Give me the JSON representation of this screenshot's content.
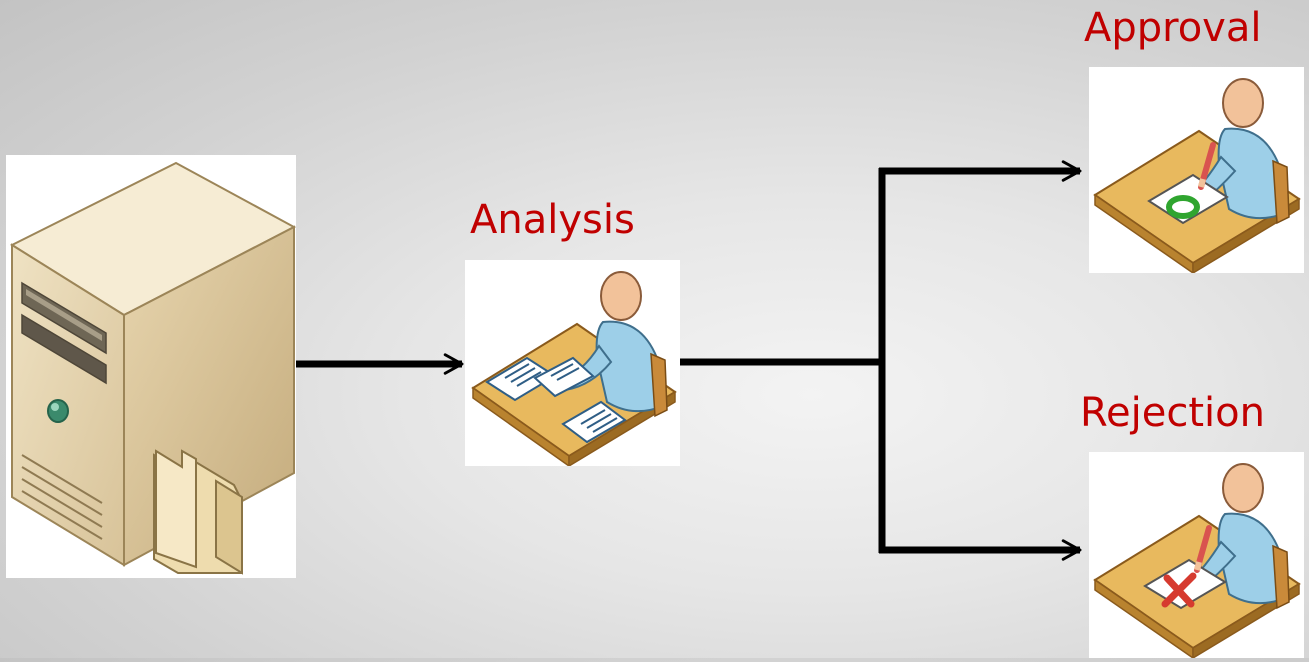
{
  "diagram": {
    "nodes": {
      "source": {
        "icon": "file-server-icon"
      },
      "analysis": {
        "label": "Analysis",
        "icon": "person-at-desk-reviewing-documents-icon"
      },
      "approval": {
        "label": "Approval",
        "icon": "person-at-desk-approve-mark-icon"
      },
      "rejection": {
        "label": "Rejection",
        "icon": "person-at-desk-reject-mark-icon"
      }
    },
    "edges": [
      {
        "from": "source",
        "to": "analysis"
      },
      {
        "from": "analysis",
        "to": "approval"
      },
      {
        "from": "analysis",
        "to": "rejection"
      }
    ],
    "colors": {
      "label": "#c00000",
      "connector": "#000000",
      "approve_mark": "#2fa52f",
      "reject_mark": "#d63a2f"
    }
  }
}
